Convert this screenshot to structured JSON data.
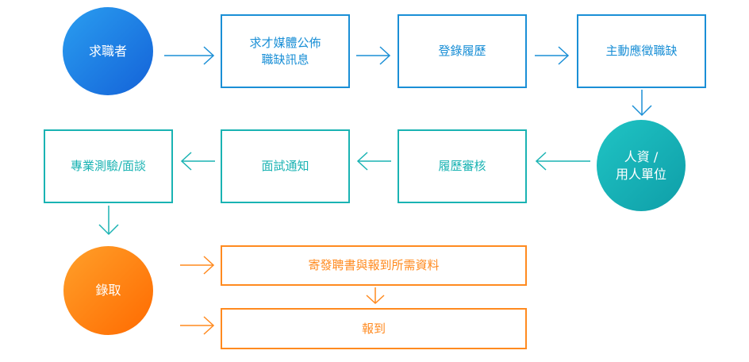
{
  "seeker": {
    "label": "求職者"
  },
  "steps_row1": [
    {
      "line1": "求才媒體公佈",
      "line2": "職缺訊息"
    },
    {
      "line1": "登錄履歷"
    },
    {
      "line1": "主動應徵職缺"
    }
  ],
  "employer": {
    "line1": "人資 /",
    "line2": "用人單位"
  },
  "steps_row2": [
    {
      "line1": "履歷審核"
    },
    {
      "line1": "面試通知"
    },
    {
      "line1": "專業測驗/面談"
    }
  ],
  "hired": {
    "label": "錄取"
  },
  "final_steps": [
    {
      "line1": "寄發聘書與報到所需資料"
    },
    {
      "line1": "報到"
    }
  ],
  "colors": {
    "blue": "#1a8fd6",
    "teal": "#1ab3b3",
    "orange": "#ff8a1f"
  }
}
